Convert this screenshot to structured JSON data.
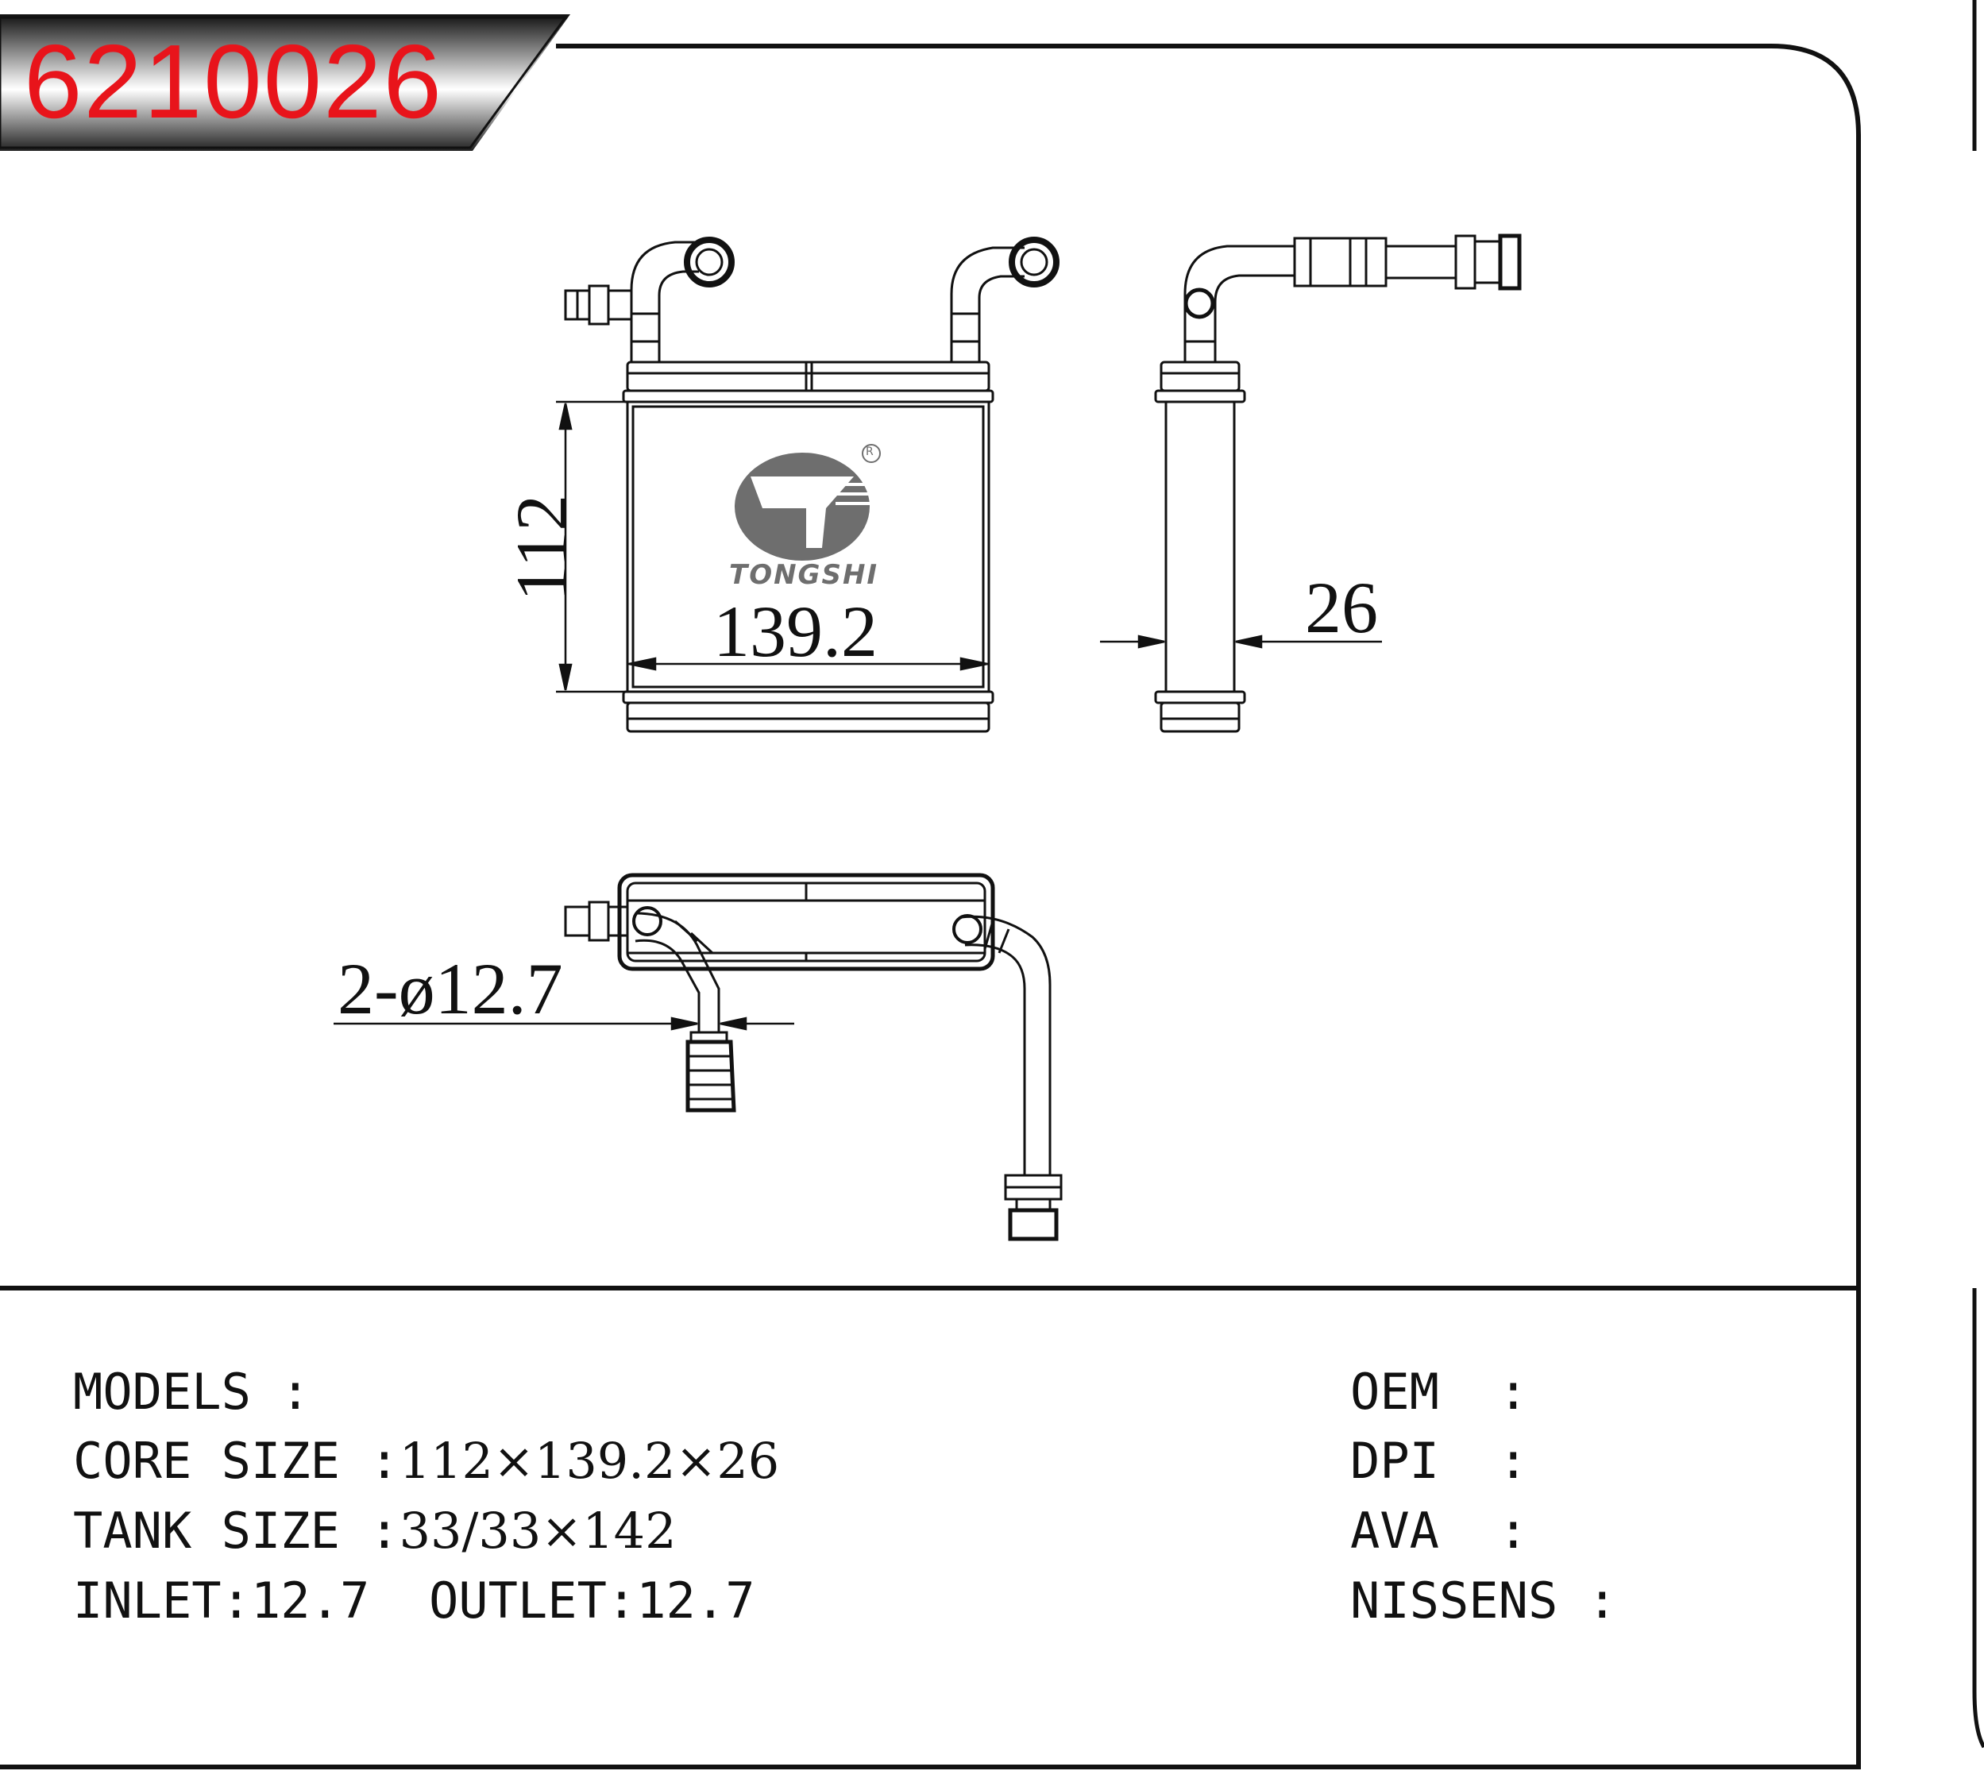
{
  "part_number": "6210026",
  "brand": {
    "logo_text": "TONGSHI",
    "registered_mark": "R"
  },
  "dimensions": {
    "height": "112",
    "width": "139.2",
    "thickness": "26",
    "pipe": "2-ø12.7"
  },
  "specs": {
    "models_label": "MODELS",
    "models_value": "",
    "core_size_label": "CORE SIZE",
    "core_size_value": "112×139.2×26",
    "tank_size_label": "TANK SIZE",
    "tank_size_value": "33/33×142",
    "inlet_label": "INLET",
    "inlet_value": "12.7",
    "outlet_label": "OUTLET",
    "outlet_value": "12.7"
  },
  "references": {
    "oem_label": "OEM",
    "oem_value": "",
    "dpi_label": "DPI",
    "dpi_value": "",
    "ava_label": "AVA",
    "ava_value": "",
    "nissens_label": "NISSENS",
    "nissens_value": ""
  },
  "colors": {
    "part_number": "#e8141b",
    "line": "#111111",
    "logo": "#6e6e6e"
  }
}
